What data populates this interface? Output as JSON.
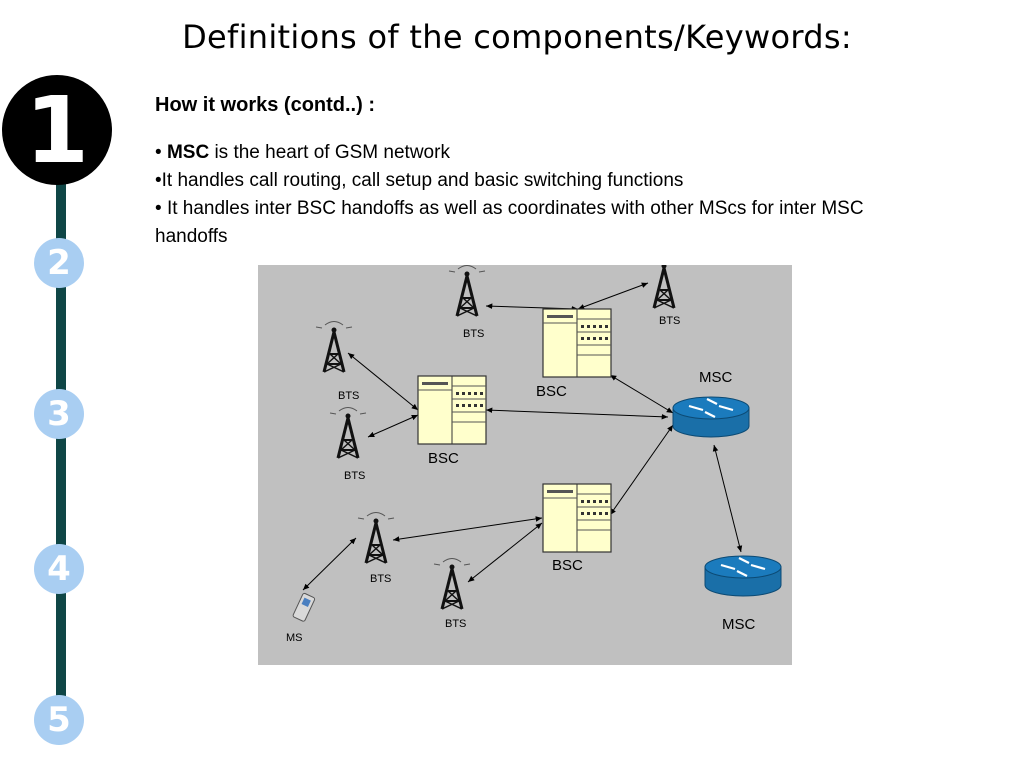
{
  "slide": {
    "title": "Definitions of the components/Keywords:",
    "subheading": "How it works (contd..) :",
    "bullets": [
      {
        "prefix": "• ",
        "bold": "MSC",
        "text": " is the heart of GSM network"
      },
      {
        "prefix": "•",
        "bold": "",
        "text": "It handles call routing, call setup and basic switching functions"
      },
      {
        "prefix": "• ",
        "bold": "",
        "text": "It handles inter BSC handoffs as well as coordinates with other MScs for inter MSC handoffs"
      }
    ]
  },
  "nav": {
    "steps": [
      {
        "label": "1",
        "active": true
      },
      {
        "label": "2",
        "active": false
      },
      {
        "label": "3",
        "active": false
      },
      {
        "label": "4",
        "active": false
      },
      {
        "label": "5",
        "active": false
      }
    ]
  },
  "diagram": {
    "background": "#c0c0c0",
    "labels": {
      "bts": "BTS",
      "bsc": "BSC",
      "msc": "MSC",
      "ms": "MS"
    }
  },
  "colors": {
    "nav_line": "#0f4646",
    "step_active": "#000000",
    "step_inactive": "#a9cef2",
    "bsc_fill": "#ffffcc",
    "msc_fill": "#1b7bbd"
  }
}
